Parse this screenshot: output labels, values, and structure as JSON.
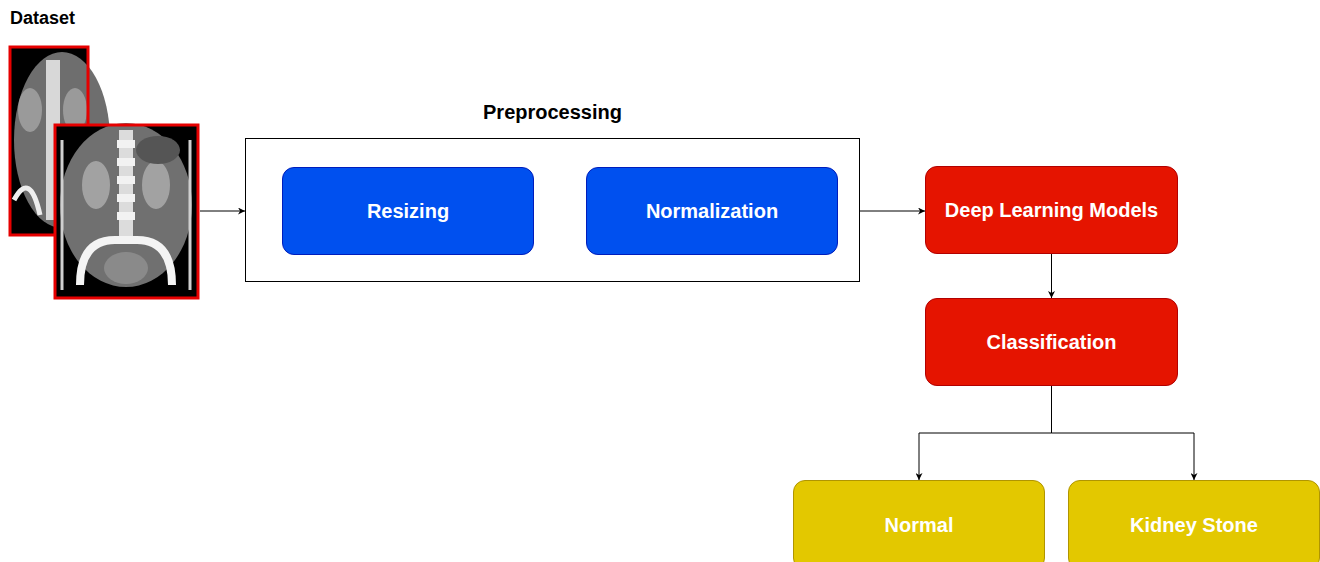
{
  "diagram": {
    "nodes": [
      {
        "text": [
          "Dataset"
        ]
      },
      {
        "text": [
          "Preprocessing"
        ]
      },
      {
        "text": [
          "Resizing"
        ],
        "in": 1
      },
      {
        "text": [
          "Normalization"
        ],
        "in": 1
      },
      {
        "text": [
          "Deep Learning Models"
        ]
      },
      {
        "text": [
          "Classification"
        ]
      },
      {
        "text": [
          "Normal"
        ]
      },
      {
        "text": [
          "Kidney Stone"
        ]
      }
    ],
    "edges": [
      {
        "from": 0,
        "to": 1,
        "arrow": "to"
      },
      {
        "from": 1,
        "to": 4,
        "arrow": "to"
      },
      {
        "from": 4,
        "to": 5,
        "arrow": "to"
      },
      {
        "from": 5,
        "to": 6,
        "arrow": "to"
      },
      {
        "from": 5,
        "to": 7,
        "arrow": "to"
      }
    ]
  }
}
